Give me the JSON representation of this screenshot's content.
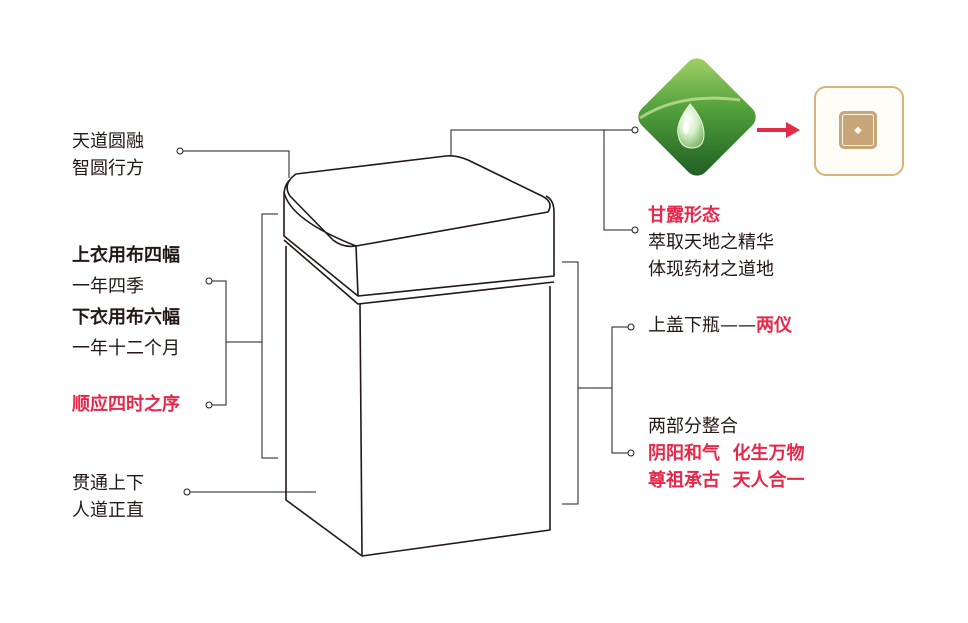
{
  "left_labels": {
    "tiandao": [
      "天道圆融",
      "智圆行方"
    ],
    "top_cover": "上衣用布四幅",
    "four_seasons": "一年四季",
    "bottom_cover": "下衣用布六幅",
    "twelve_months": "一年十二个月",
    "shunying": "顺应四时之序",
    "guantong": [
      "贯通上下",
      "人道正直"
    ]
  },
  "right_labels": {
    "ganlu_title": "甘露形态",
    "ganlu_lines": [
      "萃取天地之精华",
      "体现药材之道地"
    ],
    "liangyi_prefix": "上盖下瓶——",
    "liangyi_highlight": "两仪",
    "liangbu_line": "两部分整合",
    "liangbu_red": [
      "阴阳和气  化生万物",
      "尊祖承古  天人合一"
    ]
  },
  "colors": {
    "accent_red": "#e6284a",
    "line": "#231815",
    "leaf_green": "#3f9a37",
    "logo_gold": "#d9b377"
  },
  "icons": {
    "dewdrop": "green-dewdrop-leaf-icon",
    "arrow": "right-arrow-icon",
    "logo": "brand-seal-logo-icon"
  }
}
